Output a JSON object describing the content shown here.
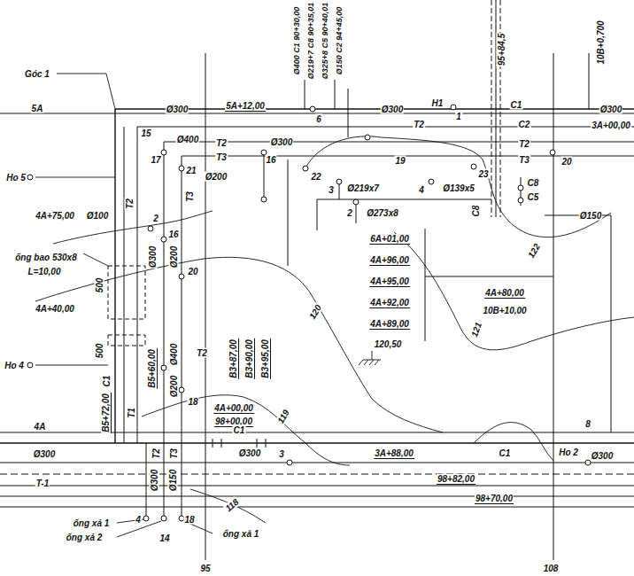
{
  "diagram": {
    "labels": [
      "Góc 1",
      "5A",
      "Ho 5",
      "4A+75,00",
      "Ø100",
      "ống bao 530x8",
      "L=10,00",
      "4A+40,00",
      "Ho 4",
      "4A",
      "Ø300",
      "T-1",
      "ống xả 1",
      "ống xả 2",
      "ống xả 1",
      "95",
      "108",
      "Ø300",
      "5A+12,00",
      "Ø300",
      "H1",
      "C1",
      "Ø300",
      "T2",
      "C2",
      "3A+00,00",
      "15",
      "Ø400",
      "T2",
      "Ø300",
      "T2",
      "17",
      "T3",
      "16",
      "19",
      "T3",
      "20",
      "21",
      "Ø200",
      "22",
      "23",
      "T2",
      "T3",
      "3",
      "Ø219x7",
      "4",
      "Ø139x5",
      "C8",
      "C5",
      "2",
      "Ø273x8",
      "C8",
      "Ø150",
      "2",
      "16",
      "Ø300",
      "Ø200",
      "20",
      "122",
      "6A+01,00",
      "4A+96,00",
      "4A+95,00",
      "4A+92,00",
      "4A+89,00",
      "120,50",
      "4A+80,00",
      "10B+10,00",
      "121",
      "120",
      "500",
      "500",
      "C1",
      "T2",
      "B5+60,00",
      "Ø400",
      "Ø200",
      "18",
      "B3+87,00",
      "B3+90,00",
      "B3+95,00",
      "4A+00,00",
      "98+00,00",
      "B5+72,00",
      "T1",
      "C1",
      "Ø300",
      "119",
      "3",
      "3A+88,00",
      "98+82,00",
      "C1",
      "Ho 2",
      "Ø300",
      "98+70,00",
      "Ø300",
      "Ø150",
      "T2",
      "T3",
      "118",
      "4",
      "14",
      "18",
      "Ø400 C1 90+30,00",
      "Ø219+7 C8 90+35,01",
      "Ø325+8 C5 90+40,01",
      "Ø150 C2 94+45,00",
      "10B+0,700",
      "95+84,5",
      "6",
      "1",
      "8"
    ]
  }
}
